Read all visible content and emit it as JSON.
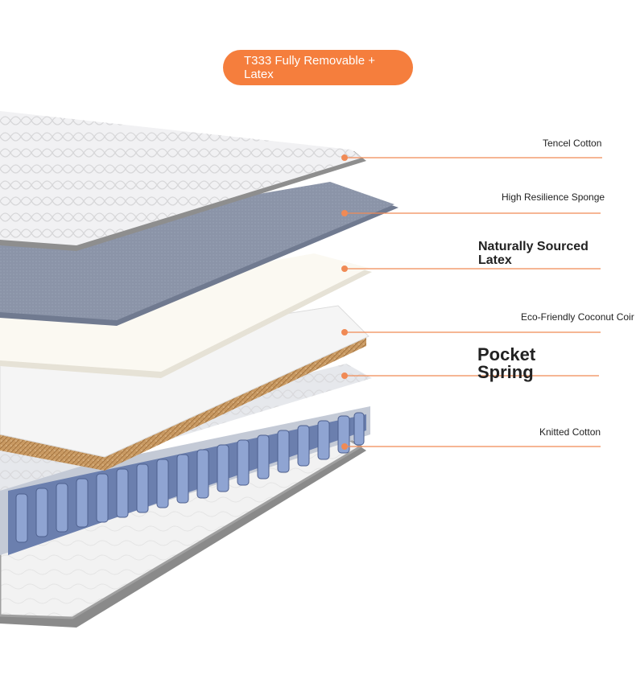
{
  "badge": {
    "text": "T333 Fully Removable + Latex"
  },
  "layers": [
    {
      "label": "Tencel Cotton"
    },
    {
      "label": "High Resilience Sponge"
    },
    {
      "label": "Naturally Sourced Latex"
    },
    {
      "label": "Eco-Friendly Coconut Coir"
    },
    {
      "label": "Pocket Spring"
    },
    {
      "label": "Knitted Cotton"
    }
  ],
  "colors": {
    "accent": "#f57e3d",
    "leader": "#f08a55"
  }
}
